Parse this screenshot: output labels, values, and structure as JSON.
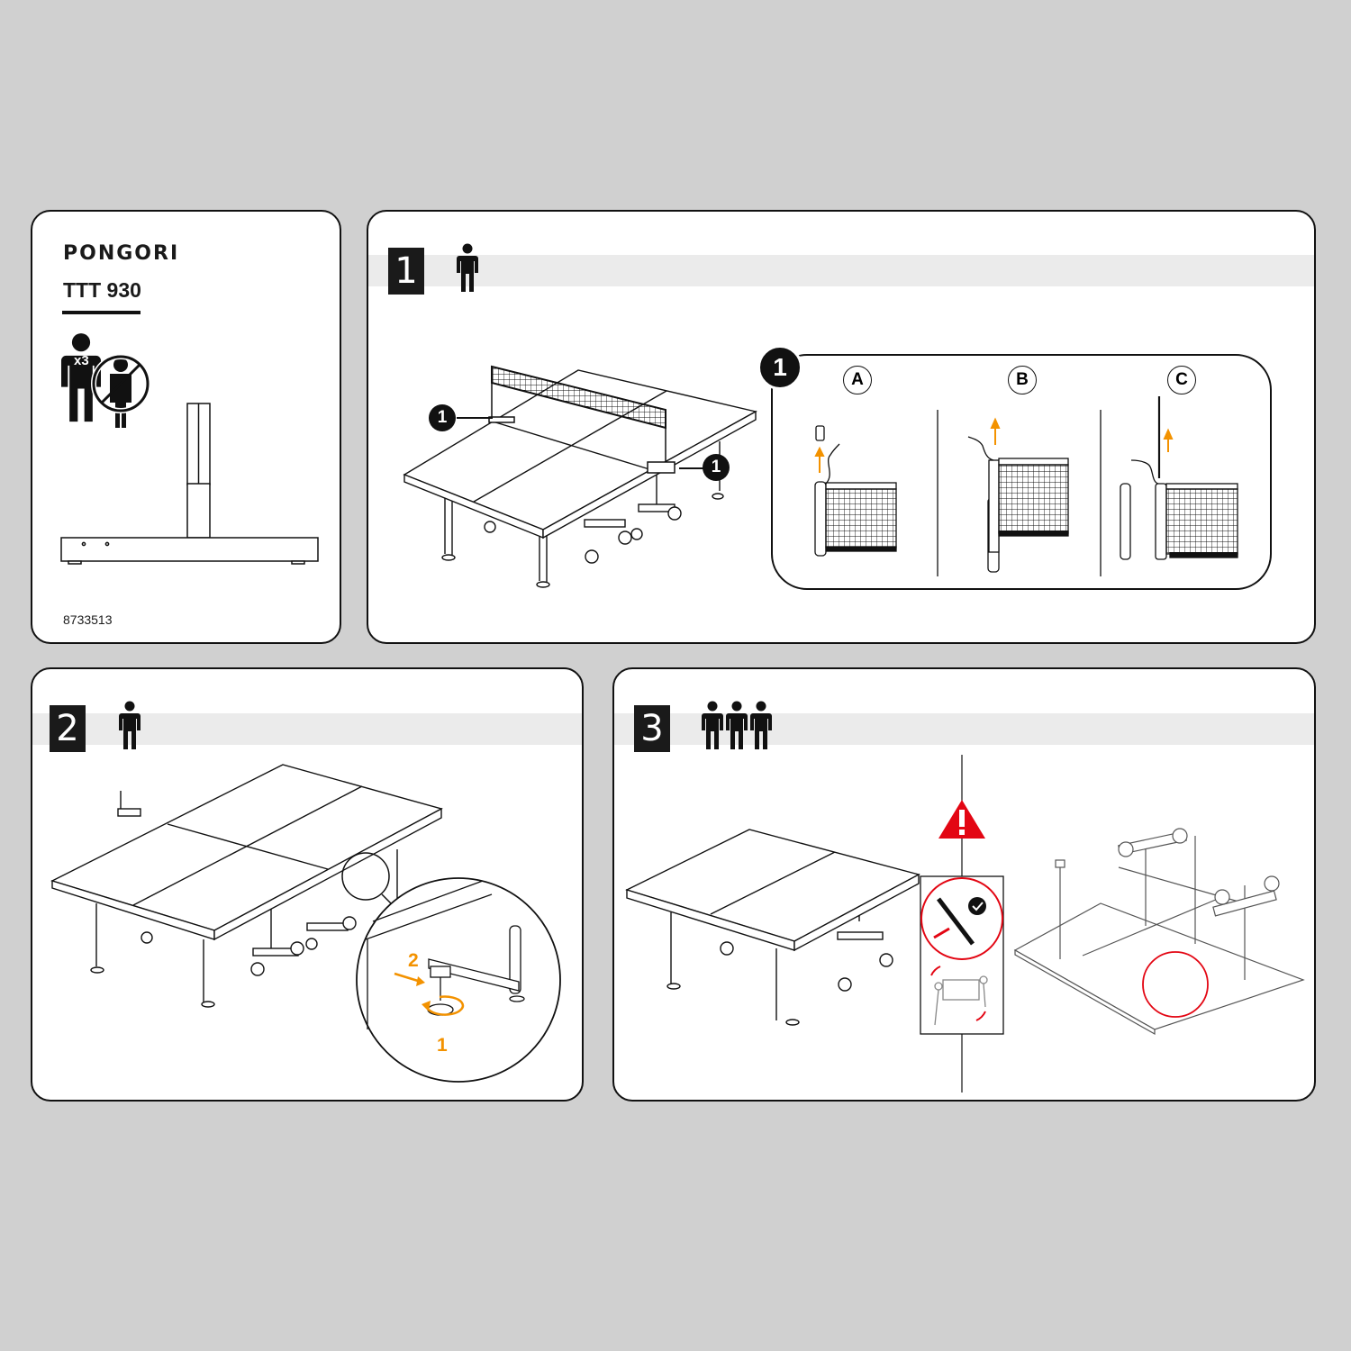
{
  "cover": {
    "brand": "PONGORI",
    "model": "TTT 930",
    "adult_multiplier": "x3",
    "reference": "8733513"
  },
  "steps": [
    {
      "number": "1",
      "people_count": 1,
      "callout": "1",
      "callout_marker_1": "1",
      "callout_marker_2": "1",
      "sub_labels": [
        "A",
        "B",
        "C"
      ]
    },
    {
      "number": "2",
      "people_count": 1,
      "order_labels": [
        "2",
        "1"
      ]
    },
    {
      "number": "3",
      "people_count": 3
    }
  ],
  "colors": {
    "background": "#d0d0d0",
    "accent_orange": "#f39200",
    "warning_red": "#e30613",
    "band": "#ebebeb"
  }
}
